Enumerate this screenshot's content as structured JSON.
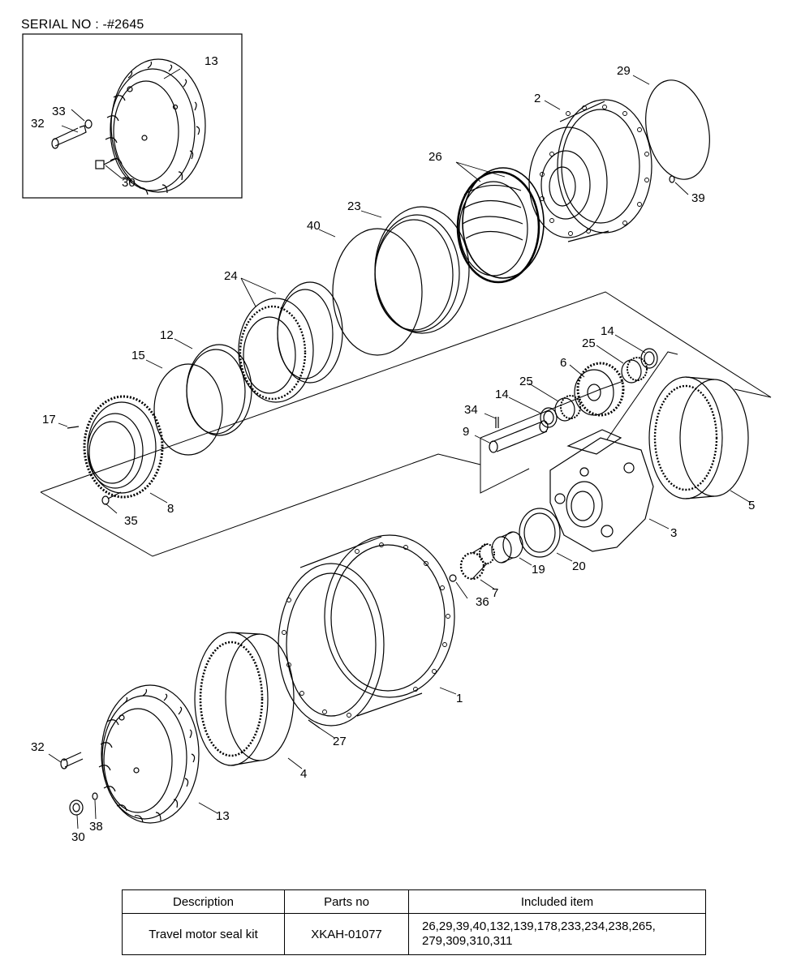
{
  "serial_label": "SERIAL NO : -#2645",
  "callouts": {
    "c13a": "13",
    "c33": "33",
    "c32a": "32",
    "c30a": "30",
    "c29": "29",
    "c2": "2",
    "c39": "39",
    "c26": "26",
    "c23": "23",
    "c40": "40",
    "c24": "24",
    "c12": "12",
    "c15": "15",
    "c17": "17",
    "c8": "8",
    "c35": "35",
    "c14a": "14",
    "c25a": "25",
    "c6": "6",
    "c25b": "25",
    "c14b": "14",
    "c34": "34",
    "c9": "9",
    "c5": "5",
    "c3": "3",
    "c20": "20",
    "c19": "19",
    "c7": "7",
    "c36": "36",
    "c1": "1",
    "c27": "27",
    "c4": "4",
    "c32b": "32",
    "c30b": "30",
    "c38": "38",
    "c13b": "13"
  },
  "kit_table": {
    "headers": {
      "description": "Description",
      "parts_no": "Parts no",
      "included": "Included item"
    },
    "row": {
      "description": "Travel motor seal kit",
      "parts_no": "XKAH-01077",
      "included_line1": "26,29,39,40,132,139,178,233,234,238,265,",
      "included_line2": "279,309,310,311"
    }
  }
}
